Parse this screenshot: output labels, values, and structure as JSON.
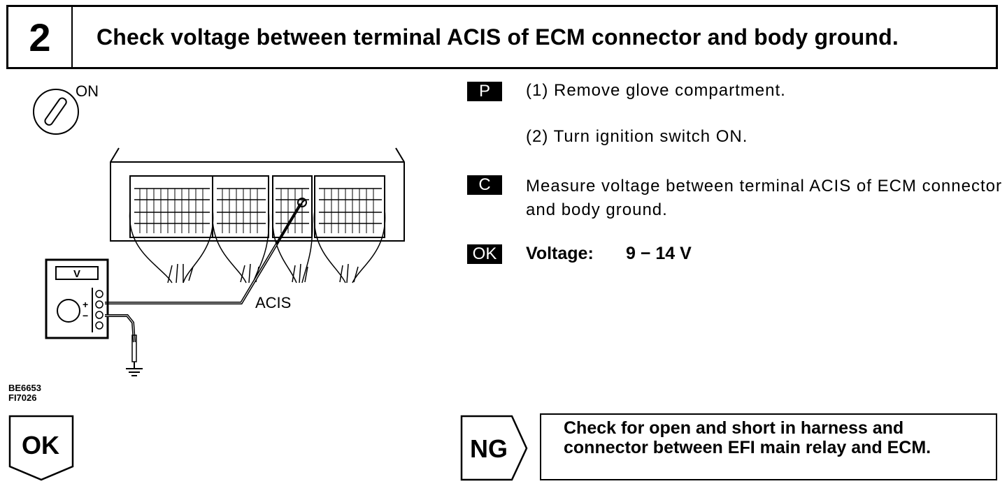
{
  "header": {
    "step_number": "2",
    "title": "Check voltage between terminal ACIS of ECM connector and body ground."
  },
  "diagram": {
    "ignition_label": "ON",
    "terminal_label": "ACIS",
    "meter_label": "V",
    "plus_sign": "+",
    "minus_sign": "−",
    "figure_codes": [
      "BE6653",
      "FI7026"
    ]
  },
  "instructions": {
    "prep_tag": "P",
    "prep_steps": [
      "(1) Remove glove compartment.",
      "(2) Turn ignition switch ON."
    ],
    "check_tag": "C",
    "check_text": "Measure voltage between terminal ACIS of ECM connector and body ground.",
    "ok_tag": "OK",
    "spec_label": "Voltage:",
    "spec_value": "9 − 14 V"
  },
  "results": {
    "ok_label": "OK",
    "ng_label": "NG",
    "ng_lines": [
      "Check for open and short in harness and",
      "connector between EFI main relay and ECM."
    ]
  }
}
